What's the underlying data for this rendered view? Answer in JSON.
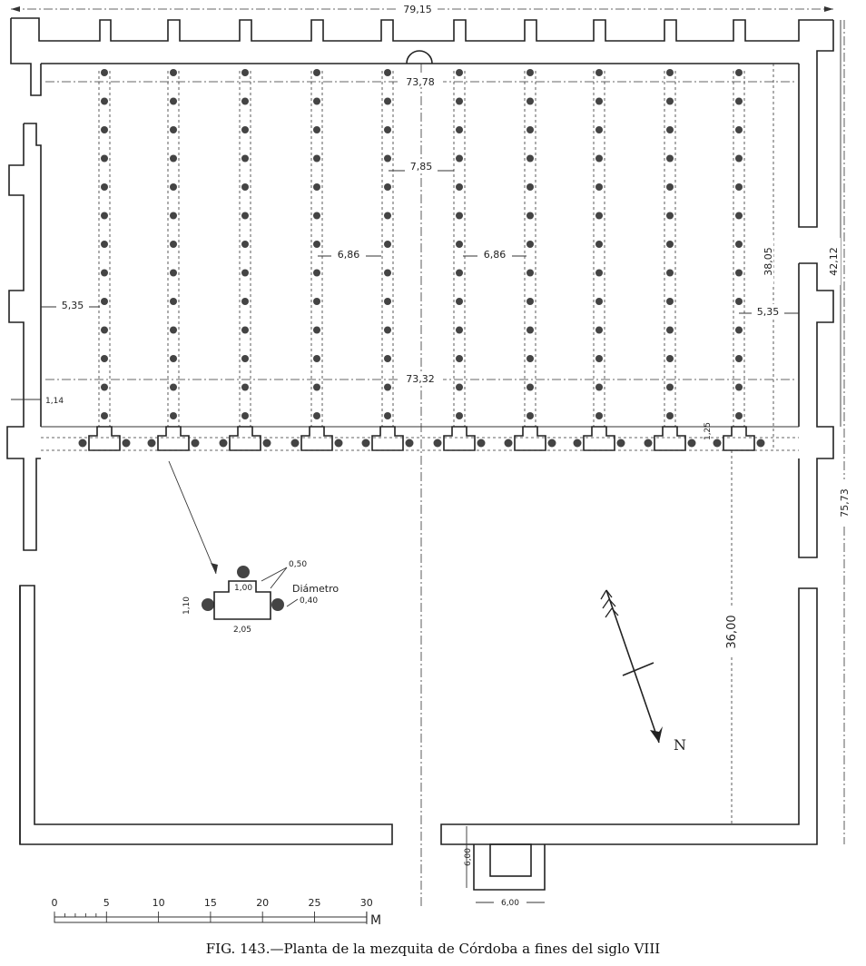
{
  "dimensions": {
    "total_width": "79,15",
    "inner_width_top": "73,78",
    "central_nave": "7,85",
    "nave_left": "6,86",
    "nave_right": "6,86",
    "side_left": "5,35",
    "side_right": "5,35",
    "inner_width_mid": "73,32",
    "wall_thickness": "1,14",
    "arcade_gap": "1,25",
    "prayer_hall_depth": "38,05",
    "hall_outer_depth": "42,12",
    "total_depth": "75,73",
    "court_depth": "36,00",
    "minaret_height": "6,00",
    "minaret_width": "6,00"
  },
  "pillar_detail": {
    "top": "0,50",
    "inner": "1,00",
    "height": "1,10",
    "width": "2,05",
    "label": "Diámetro",
    "diameter": "0,40"
  },
  "north_label": "N",
  "scale": {
    "ticks": [
      "0",
      "5",
      "10",
      "15",
      "20",
      "25",
      "30"
    ],
    "unit": "M"
  },
  "caption": "FIG. 143.—Planta de la mezquita de Córdoba a fines del siglo VIII"
}
